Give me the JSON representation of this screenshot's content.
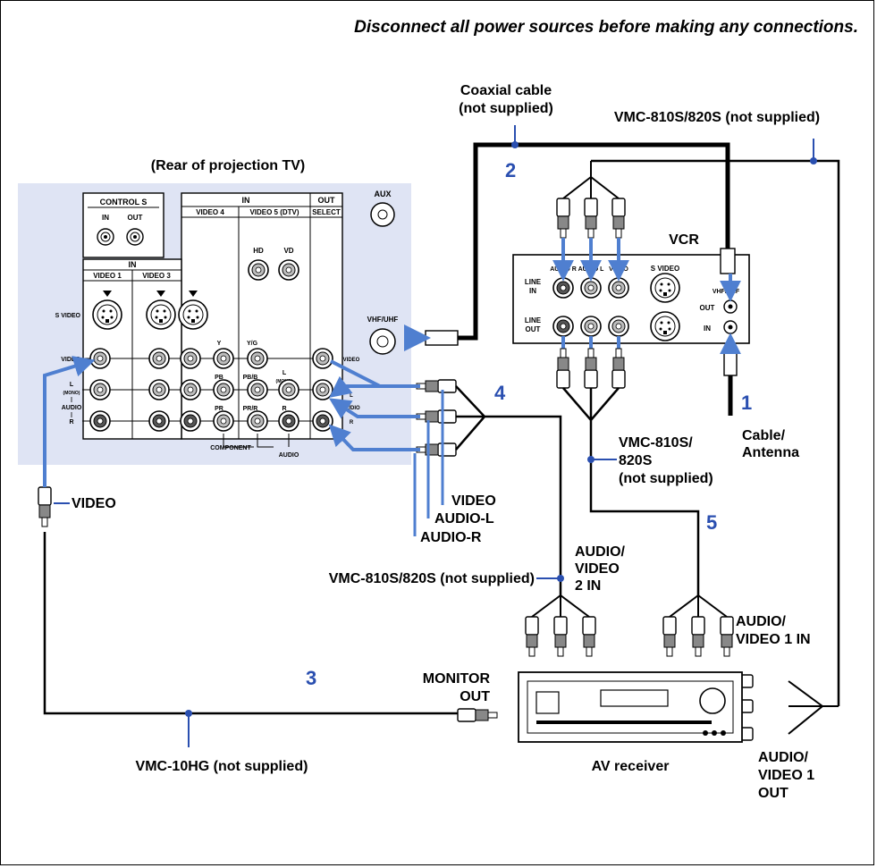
{
  "header": {
    "warning": "Disconnect all power sources before making any connections."
  },
  "tv_panel": {
    "title": "(Rear of projection TV)",
    "control_s": {
      "title": "CONTROL S",
      "in": "IN",
      "out": "OUT"
    },
    "aux": "AUX",
    "vhf_uhf": "VHF/UHF",
    "in_header": "IN",
    "out_header": "OUT",
    "video4": "VIDEO 4",
    "video5": "VIDEO 5 (DTV)",
    "select": "SELECT",
    "in_left_header": "IN",
    "video1": "VIDEO 1",
    "video3": "VIDEO 3",
    "hd": "HD",
    "vd": "VD",
    "s_video": "S VIDEO",
    "video_row": "VIDEO",
    "l_row": "L",
    "mono_row": "(MONO)",
    "audio_row": "AUDIO",
    "r_row": "R",
    "y": "Y",
    "yg": "Y/G",
    "pb": "PB",
    "pbb": "PB/B",
    "pr": "PR",
    "prr": "PR/R",
    "l_mid": "L",
    "mono_mid": "(MONO)",
    "r_mid": "R",
    "component": "COMPONENT",
    "audio_mid": "AUDIO",
    "out_video": "VIDEO",
    "out_l": "L",
    "out_audio": "AUDIO",
    "out_r": "R"
  },
  "vcr": {
    "title": "VCR",
    "audio_r": "AUDIO R",
    "audio_l": "AUDIO L",
    "video": "VIDEO",
    "s_video": "S VIDEO",
    "line_in_1": "LINE",
    "line_in_2": "IN",
    "line_out_1": "LINE",
    "line_out_2": "OUT",
    "vhf_uhf": "VHF/UHF",
    "out": "OUT",
    "in": "IN"
  },
  "labels": {
    "coaxial_1": "Coaxial cable",
    "coaxial_2": "(not supplied)",
    "vmc_top": "VMC-810S/820S (not supplied)",
    "cable_1": "Cable/",
    "cable_2": "Antenna",
    "vmc_mid_1": "VMC-810S/",
    "vmc_mid_2": "820S",
    "vmc_mid_3": "(not supplied)",
    "video_left": "VIDEO",
    "plug_video": "VIDEO",
    "plug_audio_l": "AUDIO-L",
    "plug_audio_r": "AUDIO-R",
    "av2_1": "AUDIO/",
    "av2_2": "VIDEO",
    "av2_3": "2 IN",
    "vmc_av2": "VMC-810S/820S (not supplied)",
    "av1in_1": "AUDIO/",
    "av1in_2": "VIDEO 1 IN",
    "monitor_1": "MONITOR",
    "monitor_2": "OUT",
    "receiver": "AV receiver",
    "av1out_1": "AUDIO/",
    "av1out_2": "VIDEO 1",
    "av1out_3": "OUT",
    "vmc10": "VMC-10HG (not supplied)"
  },
  "steps": {
    "s1": "1",
    "s2": "2",
    "s3": "3",
    "s4": "4",
    "s5": "5"
  },
  "colors": {
    "accent": "#2a4fb0",
    "cable_blue": "#4f7fd0",
    "panel_bg": "#dfe4f4"
  }
}
